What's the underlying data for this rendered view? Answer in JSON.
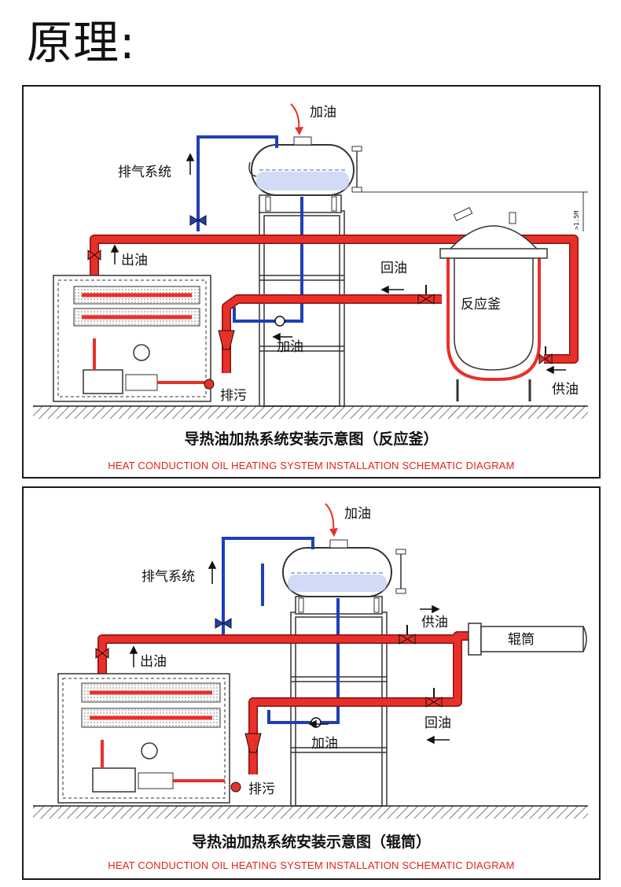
{
  "page": {
    "title": "原理:"
  },
  "colors": {
    "hot_pipe": "#e8302a",
    "return_pipe": "#1f3fb8",
    "caption_en": "#e2231a",
    "outline": "#222222"
  },
  "diagrams": [
    {
      "labels": {
        "fill_top": "加油",
        "vent": "排气系统",
        "outlet": "出油",
        "return": "回油",
        "fill_mid": "加油",
        "drain": "排污",
        "vessel": "反应釜",
        "supply": "供油",
        "height_note": ">1.5M"
      },
      "caption_zh": "导热油加热系统安装示意图（反应釜）",
      "caption_en": "HEAT CONDUCTION OIL HEATING SYSTEM INSTALLATION SCHEMATIC DIAGRAM"
    },
    {
      "labels": {
        "fill_top": "加油",
        "vent": "排气系统",
        "outlet": "出油",
        "supply": "供油",
        "roller": "辊筒",
        "return": "回油",
        "fill_mid": "加油",
        "drain": "排污"
      },
      "caption_zh": "导热油加热系统安装示意图（辊筒）",
      "caption_en": "HEAT CONDUCTION OIL HEATING SYSTEM INSTALLATION SCHEMATIC DIAGRAM"
    }
  ]
}
